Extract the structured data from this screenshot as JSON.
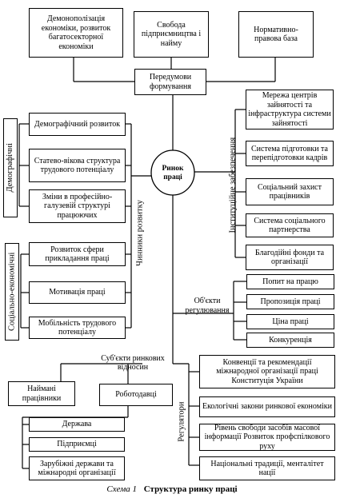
{
  "top": {
    "box1": "Демонополізація економіки, розвиток багатосекторної економіки",
    "box2": "Свобода підприємництва і найму",
    "box3": "Нормативно-правова база"
  },
  "prereq": "Передумови формування",
  "center": "Ринок праці",
  "left_group": {
    "demographic_label": "Демографічні",
    "socioeconomic_label": "Соціально-економічні",
    "factors_label": "Чинники розвитку",
    "items": [
      "Демографічний розвиток",
      "Статево-вікова структура трудового потенціалу",
      "Зміни в професійно-галузевій структурі працюючих",
      "Розвиток сфери прикладання праці",
      "Мотивація праці",
      "Мобільність трудового потенціалу"
    ]
  },
  "right_group": {
    "support_label": "Інституційне забезпечення",
    "items": [
      "Мережа центрів зайнятості та інфраструктура системи зайнятості",
      "Система підготовки та перепідготовки кадрів",
      "Соціальний захист працівників",
      "Система соціального партнерства",
      "Благодійні фонди та організації"
    ]
  },
  "objects": {
    "label": "Об'єкти регулювання",
    "items": [
      "Попит на працю",
      "Пропозиція праці",
      "Ціна праці",
      "Конкуренція"
    ]
  },
  "subjects": {
    "label": "Суб'єкти ринкових відносин",
    "workers": "Наймані працівники",
    "employers": "Роботодавці",
    "items": [
      "Держава",
      "Підприємці",
      "Зарубіжні держави та міжнародні організації"
    ]
  },
  "regulators": {
    "label": "Регулятори",
    "items": [
      "Конвенції та рекомендації міжнародної організації праці Конституція України",
      "Екологічні закони ринкової економіки",
      "Рівень свободи засобів масової інформації Розвиток профспілкового руху",
      "Національні традиції, менталітет нації"
    ]
  },
  "caption": {
    "scheme": "Схема 1",
    "title": "Структура ринку праці"
  }
}
